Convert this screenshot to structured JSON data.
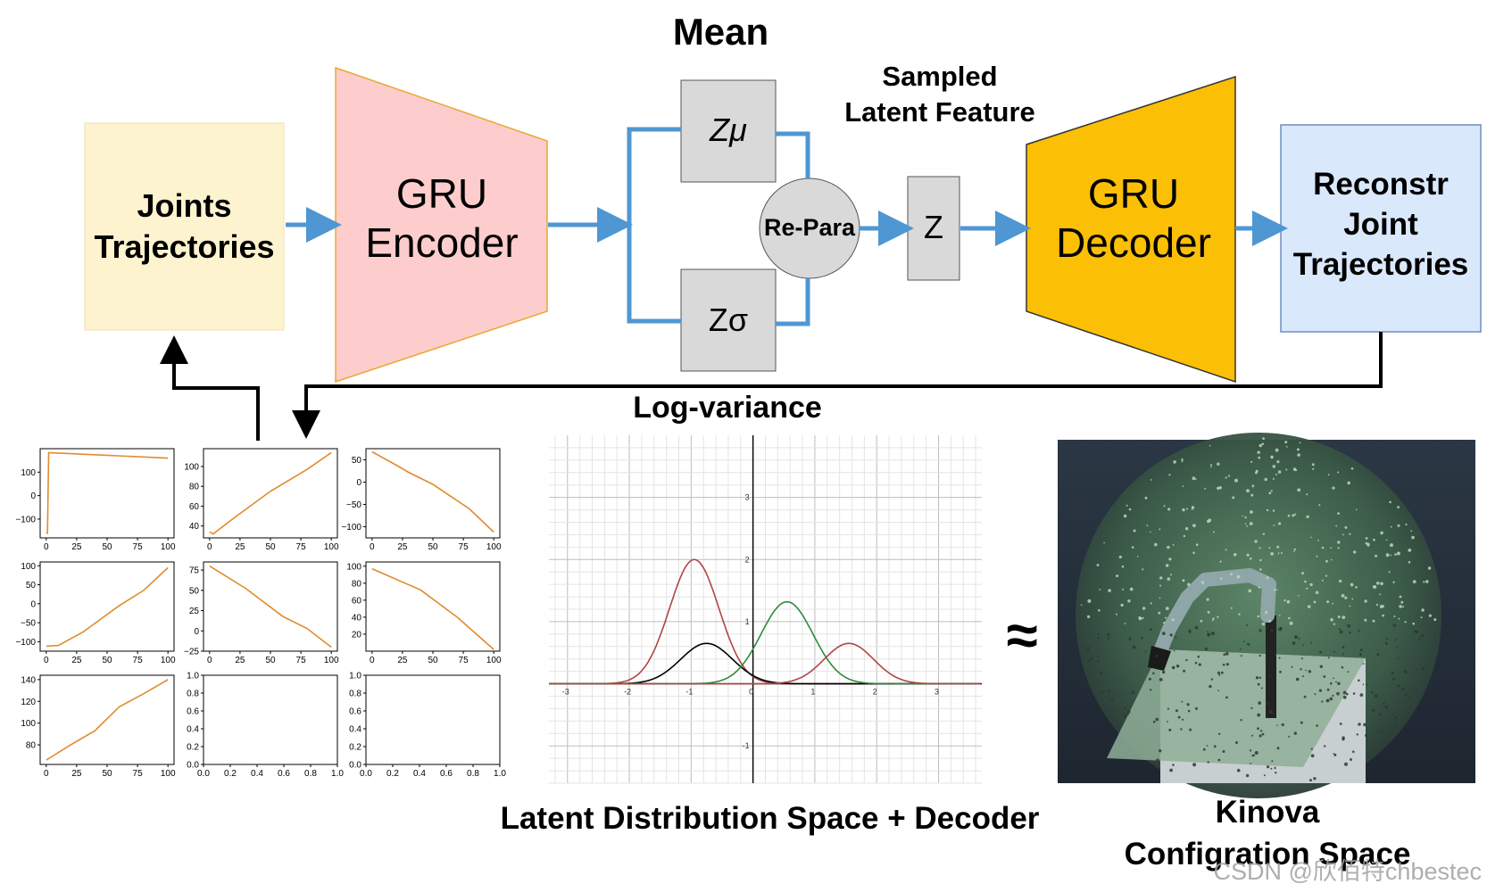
{
  "labels": {
    "mean": "Mean",
    "sampled_line1": "Sampled",
    "sampled_line2": "Latent Feature",
    "log_variance": "Log-variance",
    "latent_space_decoder": "Latent Distribution Space + Decoder",
    "kinova_line1": "Kinova",
    "kinova_line2": "Configration Space",
    "approx_symbol": "≈",
    "watermark": "CSDN @欣佰特chbestec"
  },
  "blocks": {
    "joints_line1": "Joints",
    "joints_line2": "Trajectories",
    "encoder_line1": "GRU",
    "encoder_line2": "Encoder",
    "zmu": "Zμ",
    "zsigma": "Zσ",
    "repara": "Re-Para",
    "z": "Z",
    "decoder_line1": "GRU",
    "decoder_line2": "Decoder",
    "recon_line1": "Reconstr",
    "recon_line2": "Joint",
    "recon_line3": "Trajectories"
  },
  "colors": {
    "joints_fill": "#fdf3cf",
    "encoder_fill": "#fdcdcd",
    "encoder_stroke": "#e8a830",
    "decoder_fill": "#fbbf05",
    "recon_fill": "#dae8fc",
    "latent_fill": "#d9d9d9",
    "arrow_blue": "#4f97d3",
    "curve_orange": "#e08b2d",
    "gauss_red": "#b04545",
    "gauss_green": "#2e8b3a",
    "gauss_black": "#000000"
  },
  "chart_data": [
    {
      "type": "line",
      "panel": "joint-1",
      "x": [
        0,
        1,
        2,
        100
      ],
      "y": [
        -160,
        -160,
        183,
        160
      ],
      "yticks": [
        "100",
        "0",
        "−100"
      ],
      "xticks": [
        "0",
        "25",
        "50",
        "75",
        "100"
      ],
      "ylim": [
        -180,
        200
      ]
    },
    {
      "type": "line",
      "panel": "joint-2",
      "x": [
        0,
        3,
        20,
        50,
        80,
        100
      ],
      "y": [
        34,
        32,
        48,
        75,
        97,
        114
      ],
      "yticks": [
        "100",
        "80",
        "60",
        "40"
      ],
      "xticks": [
        "0",
        "25",
        "50",
        "75",
        "100"
      ],
      "ylim": [
        28,
        118
      ]
    },
    {
      "type": "line",
      "panel": "joint-3",
      "x": [
        0,
        20,
        30,
        50,
        80,
        100
      ],
      "y": [
        68,
        38,
        22,
        -5,
        -60,
        -112
      ],
      "yticks": [
        "50",
        "0",
        "−50",
        "−100"
      ],
      "xticks": [
        "0",
        "25",
        "50",
        "75",
        "100"
      ],
      "ylim": [
        -125,
        75
      ]
    },
    {
      "type": "line",
      "panel": "joint-4",
      "x": [
        0,
        10,
        30,
        60,
        80,
        100
      ],
      "y": [
        -112,
        -110,
        -75,
        -5,
        35,
        95
      ],
      "yticks": [
        "100",
        "50",
        "0",
        "−50",
        "−100"
      ],
      "xticks": [
        "0",
        "25",
        "50",
        "75",
        "100"
      ],
      "ylim": [
        -125,
        110
      ]
    },
    {
      "type": "line",
      "panel": "joint-5",
      "x": [
        0,
        30,
        60,
        80,
        100
      ],
      "y": [
        80,
        52,
        18,
        3,
        -20
      ],
      "yticks": [
        "75",
        "50",
        "25",
        "0",
        "−25"
      ],
      "xticks": [
        "0",
        "25",
        "50",
        "75",
        "100"
      ],
      "ylim": [
        -25,
        85
      ]
    },
    {
      "type": "line",
      "panel": "joint-6",
      "x": [
        0,
        40,
        70,
        100
      ],
      "y": [
        97,
        72,
        40,
        2
      ],
      "yticks": [
        "100",
        "80",
        "60",
        "40",
        "20"
      ],
      "xticks": [
        "0",
        "25",
        "50",
        "75",
        "100"
      ],
      "ylim": [
        0,
        105
      ]
    },
    {
      "type": "line",
      "panel": "joint-7",
      "x": [
        0,
        20,
        40,
        60,
        80,
        100
      ],
      "y": [
        66,
        80,
        93,
        115,
        127,
        140
      ],
      "yticks": [
        "140",
        "120",
        "100",
        "80"
      ],
      "xticks": [
        "0",
        "25",
        "50",
        "75",
        "100"
      ],
      "ylim": [
        62,
        144
      ]
    },
    {
      "type": "line",
      "panel": "empty-8",
      "x": [],
      "y": [],
      "yticks": [
        "1.0",
        "0.8",
        "0.6",
        "0.4",
        "0.2",
        "0.0"
      ],
      "xticks": [
        "0.0",
        "0.2",
        "0.4",
        "0.6",
        "0.8",
        "1.0"
      ],
      "ylim": [
        0,
        1
      ]
    },
    {
      "type": "line",
      "panel": "empty-9",
      "x": [],
      "y": [],
      "yticks": [
        "1.0",
        "0.8",
        "0.6",
        "0.4",
        "0.2",
        "0.0"
      ],
      "xticks": [
        "0.0",
        "0.2",
        "0.4",
        "0.6",
        "0.8",
        "1.0"
      ],
      "ylim": [
        0,
        1
      ]
    },
    {
      "type": "line",
      "panel": "gaussian-plot",
      "xticks": [
        "-3",
        "-2",
        "-1",
        "0",
        "1",
        "2",
        "3"
      ],
      "yticks": [
        "3",
        "2",
        "1",
        "-1"
      ],
      "xlim": [
        -3.3,
        3.7
      ],
      "ylim": [
        -1.6,
        4
      ],
      "series": [
        {
          "mu": -0.95,
          "sigma": 0.4,
          "amplitude": 2.0,
          "color": "red"
        },
        {
          "mu": -0.75,
          "sigma": 0.42,
          "amplitude": 0.65,
          "color": "black"
        },
        {
          "mu": 0.55,
          "sigma": 0.42,
          "amplitude": 1.32,
          "color": "green"
        },
        {
          "mu": 1.55,
          "sigma": 0.4,
          "amplitude": 0.65,
          "color": "red"
        }
      ]
    }
  ]
}
